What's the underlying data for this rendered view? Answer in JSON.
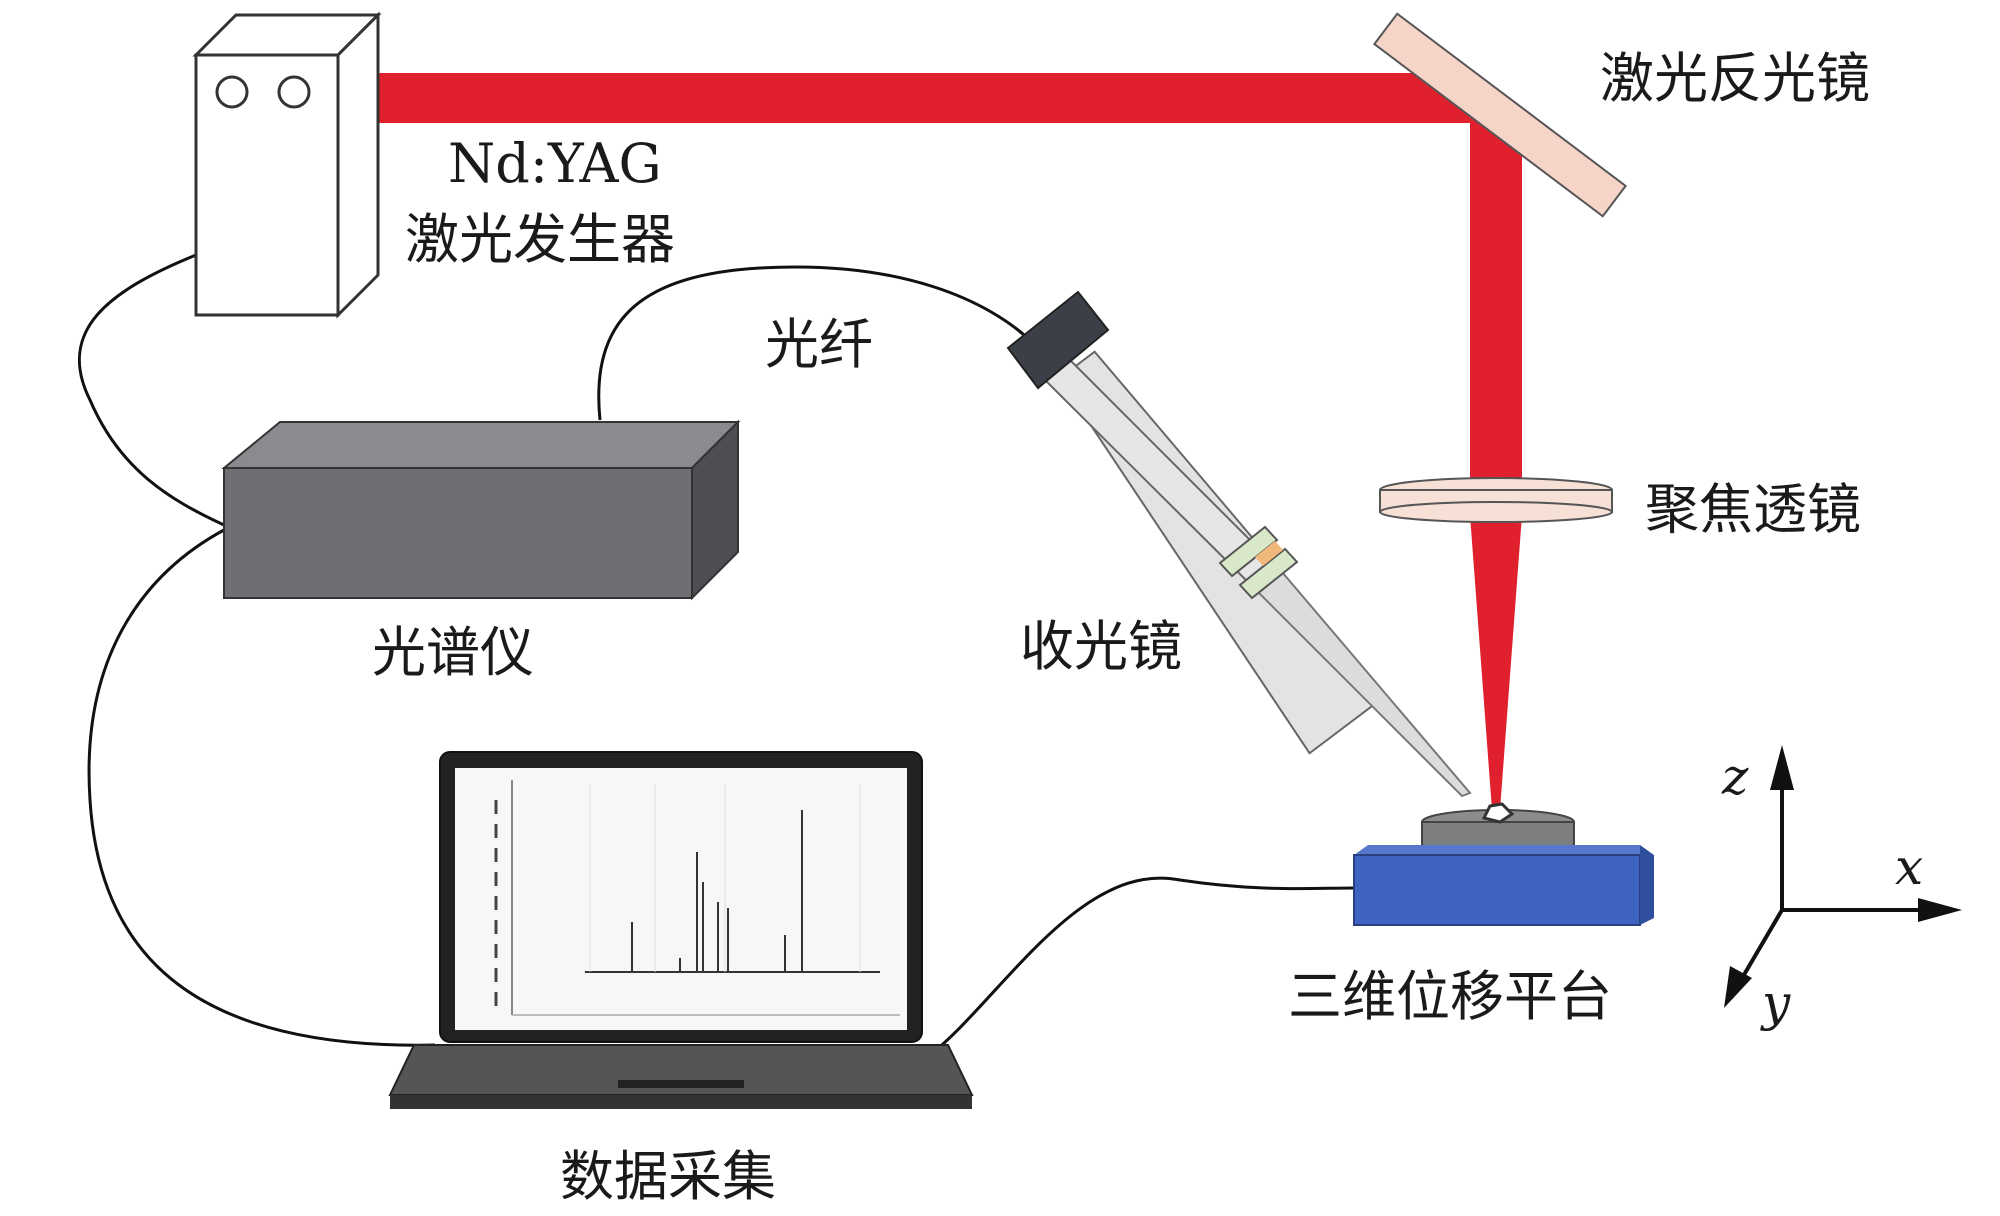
{
  "labels": {
    "laser_model": "Nd:YAG",
    "laser_generator": "激光发生器",
    "mirror": "激光反光镜",
    "fiber": "光纤",
    "focus_lens": "聚焦透镜",
    "spectrometer": "光谱仪",
    "collector_lens": "收光镜",
    "stage": "三维位移平台",
    "data_acquisition": "数据采集"
  },
  "axes": {
    "z": "z",
    "x": "x",
    "y": "y"
  },
  "colors": {
    "laser_beam": "#e0202c",
    "mirror": "#f6d5c8",
    "lens": "#f7e0d5",
    "spectrometer": "#6e6f72",
    "stage_platform": "#3f63c0",
    "sample": "#7c7e80",
    "laptop": "#2b2b2b"
  },
  "icons": {
    "laser_box": "laser-generator-icon",
    "laptop": "laptop-icon",
    "collector": "collector-lens-icon"
  }
}
